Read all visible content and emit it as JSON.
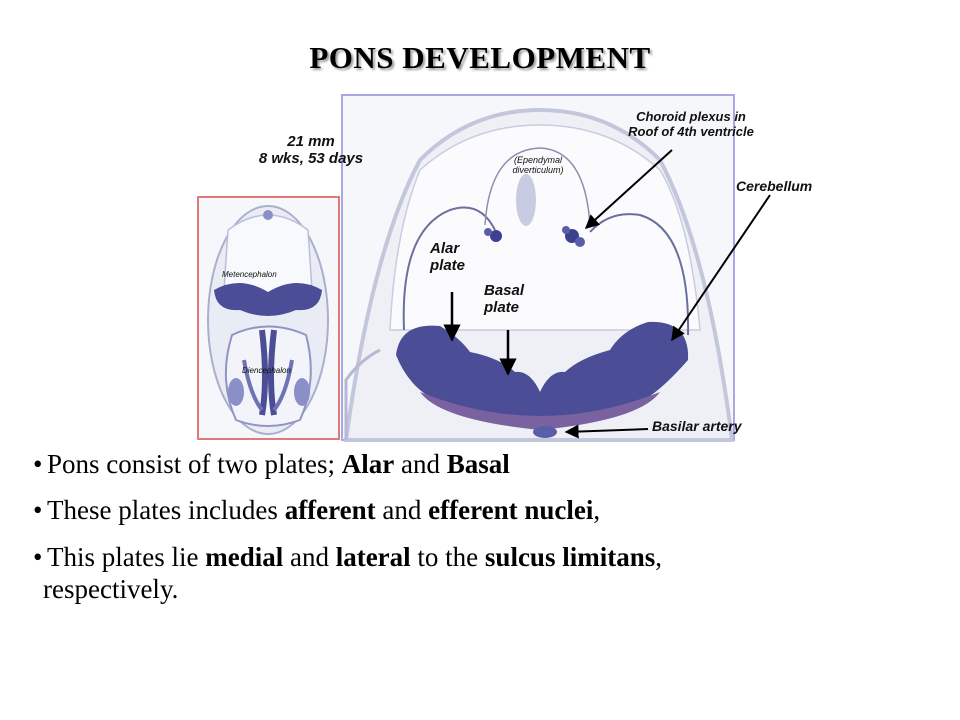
{
  "title": "PONS DEVELOPMENT",
  "figure": {
    "age_line1": "21 mm",
    "age_line2": "8 wks, 53 days",
    "small_metencephalon": "Metencephalon",
    "small_diencephalon": "Diencephalon",
    "ependymal_line1": "(Ependymal",
    "ependymal_line2": "diverticulum)",
    "choroid_line1": "Choroid plexus in",
    "choroid_line2": "Roof of 4th ventricle",
    "cerebellum": "Cerebellum",
    "alar_line1": "Alar",
    "alar_line2": "plate",
    "basal_line1": "Basal",
    "basal_line2": "plate",
    "basilar": "Basilar artery"
  },
  "bullets": {
    "b1": {
      "p1": "Pons consist of two plates; ",
      "alar": "Alar",
      "p2": " and ",
      "basal": "Basal"
    },
    "b2": {
      "p1": "These plates includes ",
      "afferent": "afferent",
      "p2": " and ",
      "efferent": "efferent nuclei",
      "p3": ","
    },
    "b3": {
      "p1": "This plates lie ",
      "medial": "medial",
      "p2": " and ",
      "lateral": "lateral",
      "p3": " to the ",
      "sulcus": "sulcus limitans",
      "p4": ",",
      "cont": "respectively."
    }
  },
  "colors": {
    "stain": "#4b4e96",
    "stain_light": "#8a8fc8",
    "frame_small": "#e07a7a",
    "frame_large": "#a8a8e6"
  }
}
